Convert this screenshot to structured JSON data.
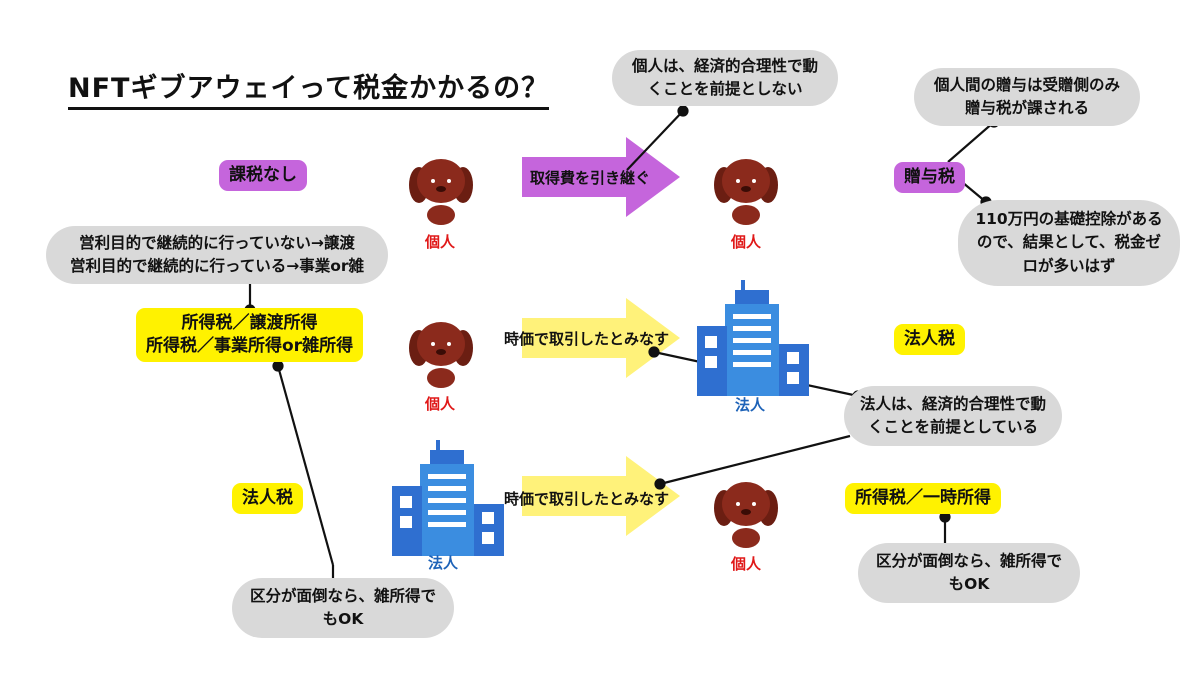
{
  "title": "NFTギブアウェイって税金かかるの？",
  "colors": {
    "purple": "#c565dc",
    "yellow": "#fff200",
    "bubble_gray": "#d9d9d9",
    "dog_brown": "#8b2a1c",
    "person_red": "#e01919",
    "corp_blue": "#1e63b8",
    "building_blue": "#3b8de0"
  },
  "icons": {
    "person": "dog-face-icon",
    "corporation": "office-building-icon"
  },
  "labels": {
    "person": "個人",
    "corporation": "法人"
  },
  "rows": [
    {
      "giver_tax": "課税なし",
      "arrow_text": "取得費を引き継ぐ",
      "receiver_tax": "贈与税"
    },
    {
      "giver_tax_lines": [
        "所得税／譲渡所得",
        "所得税／事業所得or雑所得"
      ],
      "arrow_text": "時価で取引したとみなす",
      "receiver_tax": "法人税"
    },
    {
      "giver_tax": "法人税",
      "arrow_text": "時価で取引したとみなす",
      "receiver_tax": "所得税／一時所得"
    }
  ],
  "notes": {
    "person_rational": [
      "個人は、経済的合理性で動",
      "くことを前提としない"
    ],
    "gift_tax": [
      "個人間の贈与は受贈側のみ",
      "贈与税が課される"
    ],
    "basic_deduction": [
      "110万円の基礎控除がある",
      "ので、結果として、税金ゼ",
      "ロが多いはず"
    ],
    "business_purpose": [
      "営利目的で継続的に行っていない→譲渡",
      "営利目的で継続的に行っている→事業or雑"
    ],
    "corp_rational": [
      "法人は、経済的合理性で動",
      "くことを前提としている"
    ],
    "misc_ok_left": [
      "区分が面倒なら、雑所得で",
      "もOK"
    ],
    "misc_ok_right": [
      "区分が面倒なら、雑所得で",
      "もOK"
    ]
  }
}
